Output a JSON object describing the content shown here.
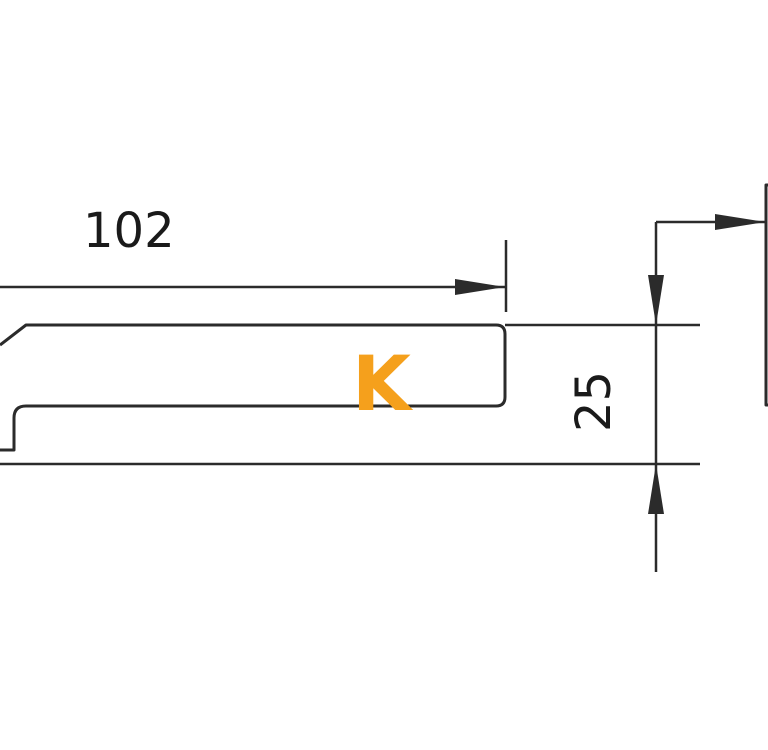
{
  "dimensions": {
    "length_label": "102",
    "height_label": "25"
  },
  "marker": {
    "label": "K",
    "color": "#f5a01c"
  }
}
